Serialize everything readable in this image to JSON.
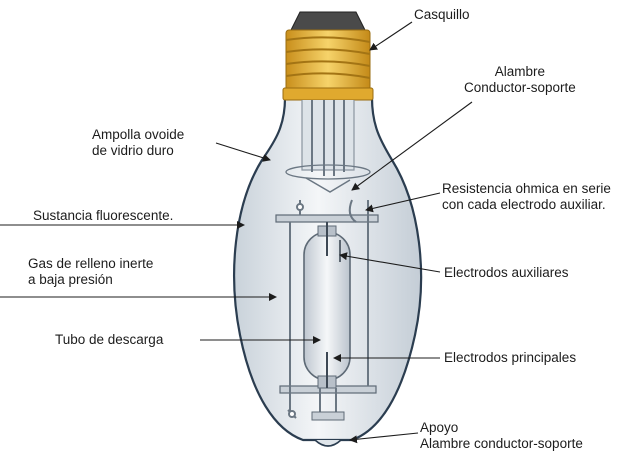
{
  "labels": {
    "casquillo": "Casquillo",
    "alambre_1": "Alambre",
    "alambre_2": "Conductor-soporte",
    "ampolla_1": "Ampolla ovoide",
    "ampolla_2": "de vidrio duro",
    "resistencia_1": "Resistencia ohmica en serie",
    "resistencia_2": "con cada electrodo auxiliar.",
    "sustancia": "Sustancia fluorescente.",
    "gas_1": "Gas de relleno inerte",
    "gas_2": "a baja presión",
    "electrodos_aux": "Electrodos auxiliares",
    "tubo": "Tubo de descarga",
    "electrodos_pri": "Electrodos principales",
    "apoyo_1": "Apoyo",
    "apoyo_2": "Alambre conductor-soporte"
  },
  "colors": {
    "glass_fill": "#e9eef2",
    "glass_outline": "#2b3d50",
    "base_gold": "#e8b63a",
    "base_dark": "#4a4a4a",
    "text": "#1c1c1c"
  }
}
